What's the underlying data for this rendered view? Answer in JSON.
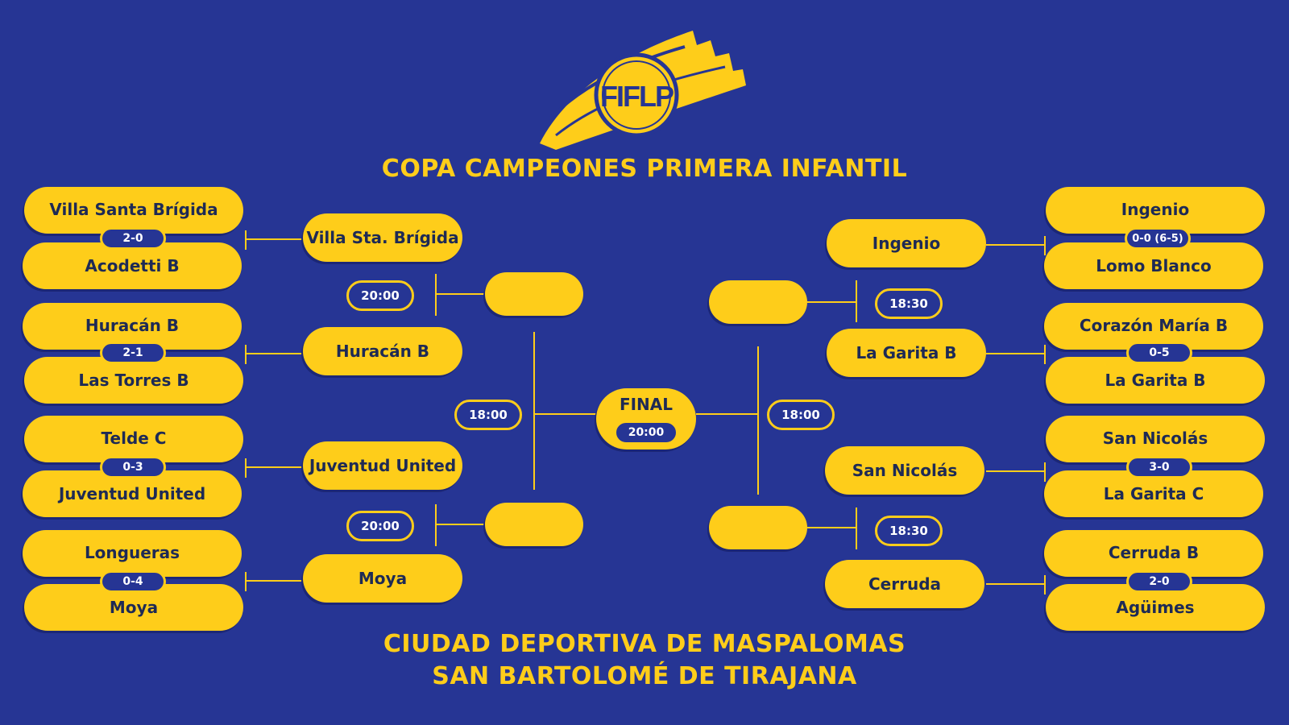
{
  "header": {
    "logo_text": "FIFLP",
    "title": "COPA CAMPEONES PRIMERA INFANTIL"
  },
  "venue": {
    "line1": "CIUDAD DEPORTIVA DE MASPALOMAS",
    "line2": "SAN BARTOLOMÉ DE TIRAJANA"
  },
  "left": {
    "round1": [
      {
        "home": "Villa Santa Brígida",
        "away": "Acodetti B",
        "score": "2-0"
      },
      {
        "home": "Huracán B",
        "away": "Las Torres B",
        "score": "2-1"
      },
      {
        "home": "Telde C",
        "away": "Juventud United",
        "score": "0-3"
      },
      {
        "home": "Longueras",
        "away": "Moya",
        "score": "0-4"
      }
    ],
    "quarter": [
      "Villa Sta. Brígida",
      "Huracán B",
      "Juventud United",
      "Moya"
    ],
    "quarter_times": [
      "20:00",
      "20:00"
    ],
    "semi_time": "18:00"
  },
  "right": {
    "round1": [
      {
        "home": "Ingenio",
        "away": "Lomo Blanco",
        "score": "0-0 (6-5)"
      },
      {
        "home": "Corazón María B",
        "away": "La Garita B",
        "score": "0-5"
      },
      {
        "home": "San Nicolás",
        "away": "La Garita C",
        "score": "3-0"
      },
      {
        "home": "Cerruda B",
        "away": "Agüimes",
        "score": "2-0"
      }
    ],
    "quarter": [
      "Ingenio",
      "La Garita B",
      "San Nicolás",
      "Cerruda"
    ],
    "quarter_times": [
      "18:30",
      "18:30"
    ],
    "semi_time": "18:00"
  },
  "final": {
    "label": "FINAL",
    "time": "20:00"
  },
  "colors": {
    "background": "#263594",
    "accent": "#fecd1a",
    "text_dark": "#1e2a55"
  }
}
